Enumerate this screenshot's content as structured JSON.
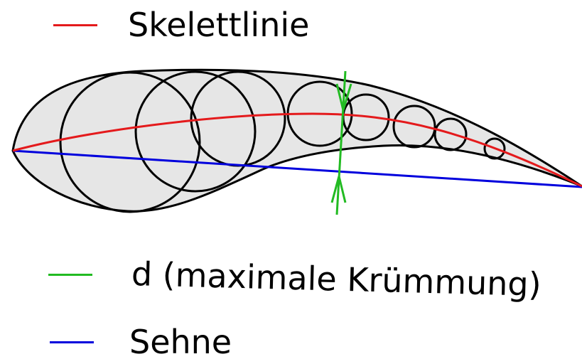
{
  "legend": {
    "camber_line": {
      "label": "Skelettlinie",
      "color": "#e41a1c"
    },
    "max_camber": {
      "label": "d (maximale Krümmung)",
      "color": "#22bb22"
    },
    "chord": {
      "label": "Sehne",
      "color": "#0000dd"
    }
  },
  "colors": {
    "airfoil_fill": "#e6e6e6",
    "outline": "#000000"
  }
}
